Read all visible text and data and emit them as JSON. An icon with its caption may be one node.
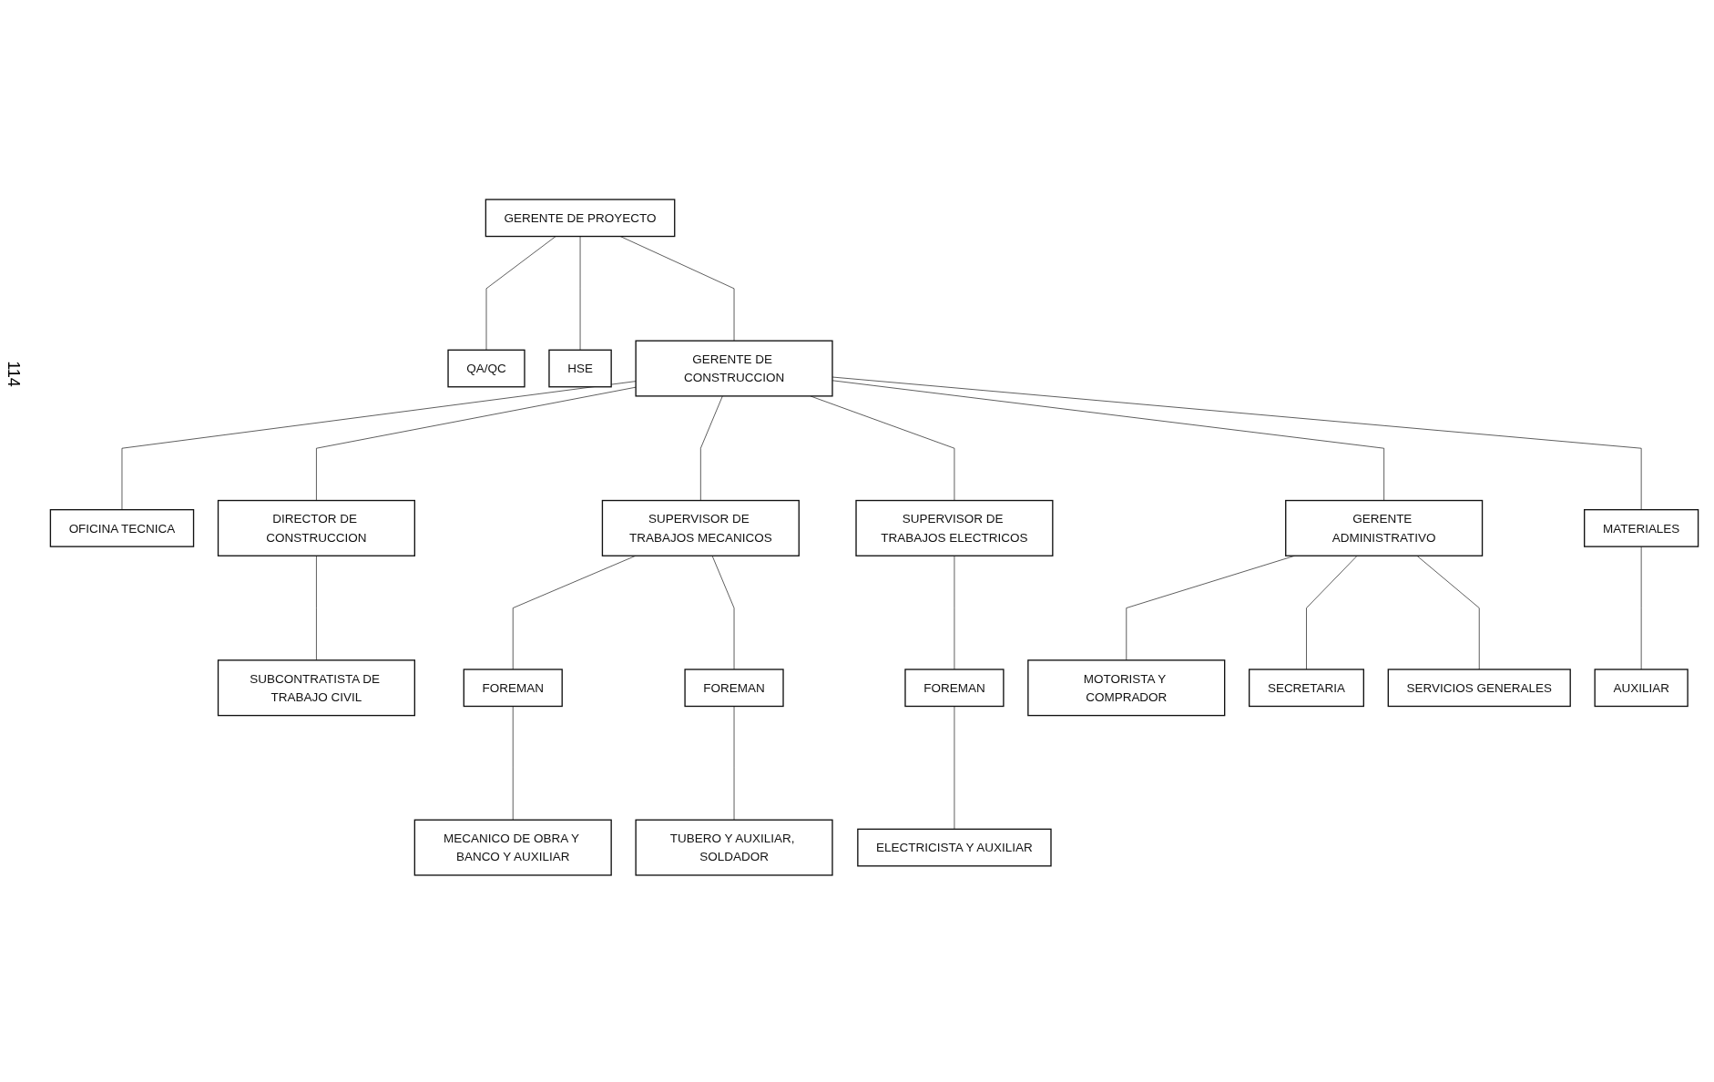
{
  "diagram": {
    "nodes": [
      {
        "text": [
          "GERENTE DE PROYECTO"
        ]
      },
      {
        "text": [
          "QA/QC"
        ]
      },
      {
        "text": [
          "HSE"
        ]
      },
      {
        "text": [
          "GERENTE DE CONSTRUCCION"
        ]
      },
      {
        "text": [
          "OFICINA TECNICA"
        ]
      },
      {
        "text": [
          "DIRECTOR DE CONSTRUCCION"
        ]
      },
      {
        "text": [
          "SUPERVISOR DE TRABAJOS MECANICOS"
        ]
      },
      {
        "text": [
          "SUPERVISOR DE TRABAJOS ELECTRICOS"
        ]
      },
      {
        "text": [
          "GERENTE ADMINISTRATIVO"
        ]
      },
      {
        "text": [
          "MATERIALES"
        ]
      },
      {
        "text": [
          "SUBCONTRATISTA DE TRABAJO CIVIL"
        ]
      },
      {
        "text": [
          "FOREMAN"
        ]
      },
      {
        "text": [
          "ELECTRICISTA Y AUXILIAR"
        ]
      },
      {
        "text": [
          "MOTORISTA Y COMPRADOR"
        ]
      },
      {
        "text": [
          "SECRETARIA"
        ]
      },
      {
        "text": [
          "SERVICIOS GENERALES"
        ]
      },
      {
        "text": [
          "AUXILIAR"
        ]
      },
      {
        "text": [
          "FOREMAN"
        ]
      },
      {
        "text": [
          "FOREMAN"
        ]
      },
      {
        "text": [
          "MECANICO DE OBRA Y BANCO Y AUXILIAR"
        ]
      },
      {
        "text": [
          "TUBERO Y AUXILIAR, SOLDADOR"
        ]
      }
    ],
    "edges": [
      {
        "from": 0,
        "to": 1,
        "arrow": "none"
      },
      {
        "from": 0,
        "to": 2,
        "arrow": "none"
      },
      {
        "from": 0,
        "to": 3,
        "arrow": "none"
      },
      {
        "from": 3,
        "to": 4,
        "arrow": "none"
      },
      {
        "from": 3,
        "to": 5,
        "arrow": "none"
      },
      {
        "from": 3,
        "to": 6,
        "arrow": "none"
      },
      {
        "from": 3,
        "to": 7,
        "arrow": "none"
      },
      {
        "from": 3,
        "to": 8,
        "arrow": "none"
      },
      {
        "from": 3,
        "to": 9,
        "arrow": "none"
      },
      {
        "from": 5,
        "to": 10,
        "arrow": "none"
      },
      {
        "from": 7,
        "to": 11,
        "arrow": "none"
      },
      {
        "from": 11,
        "to": 12,
        "arrow": "none"
      },
      {
        "from": 8,
        "to": 13,
        "arrow": "none"
      },
      {
        "from": 8,
        "to": 14,
        "arrow": "none"
      },
      {
        "from": 8,
        "to": 15,
        "arrow": "none"
      },
      {
        "from": 9,
        "to": 16,
        "arrow": "none"
      },
      {
        "from": 6,
        "to": 17,
        "arrow": "none"
      },
      {
        "from": 6,
        "to": 18,
        "arrow": "none"
      },
      {
        "from": 17,
        "to": 19,
        "arrow": "none"
      },
      {
        "from": 18,
        "to": 20,
        "arrow": "none"
      }
    ],
    "labels": [
      "114"
    ]
  }
}
